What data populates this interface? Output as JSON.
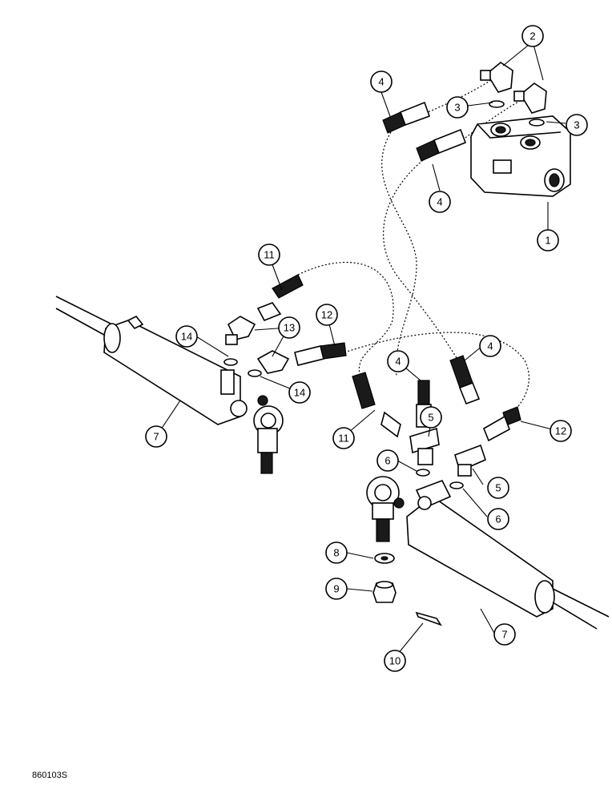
{
  "figure_id": "860103S",
  "callouts": [
    {
      "label": "1"
    },
    {
      "label": "2"
    },
    {
      "label": "3"
    },
    {
      "label": "3"
    },
    {
      "label": "4"
    },
    {
      "label": "4"
    },
    {
      "label": "4"
    },
    {
      "label": "4"
    },
    {
      "label": "5"
    },
    {
      "label": "5"
    },
    {
      "label": "6"
    },
    {
      "label": "6"
    },
    {
      "label": "7"
    },
    {
      "label": "7"
    },
    {
      "label": "8"
    },
    {
      "label": "9"
    },
    {
      "label": "10"
    },
    {
      "label": "11"
    },
    {
      "label": "11"
    },
    {
      "label": "12"
    },
    {
      "label": "12"
    },
    {
      "label": "13"
    },
    {
      "label": "14"
    },
    {
      "label": "14"
    }
  ]
}
